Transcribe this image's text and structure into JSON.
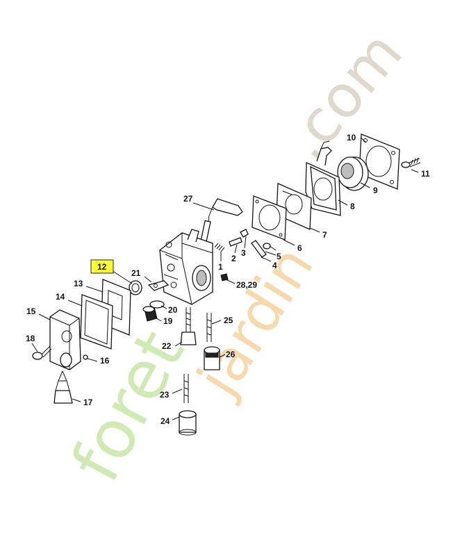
{
  "watermark": {
    "text_foret": "foret",
    "text_jardin": "jardin",
    "text_com": ".com",
    "colors": {
      "green": "#c9e6a6",
      "orange": "#f3c07a",
      "tan": "#d8cfc0"
    }
  },
  "highlight": {
    "part": "12",
    "color": "#ffff33"
  },
  "callouts": {
    "p1": "1",
    "p2": "2",
    "p3": "3",
    "p4": "4",
    "p5": "5",
    "p6": "6",
    "p7": "7",
    "p8": "8",
    "p9": "9",
    "p10": "10",
    "p11": "11",
    "p12": "12",
    "p13": "13",
    "p14": "14",
    "p15": "15",
    "p16": "16",
    "p17": "17",
    "p18": "18",
    "p19": "19",
    "p20": "20",
    "p21": "21",
    "p22": "22",
    "p23": "23",
    "p24": "24",
    "p25": "25",
    "p26": "26",
    "p27": "27",
    "p2829": "28,29"
  }
}
